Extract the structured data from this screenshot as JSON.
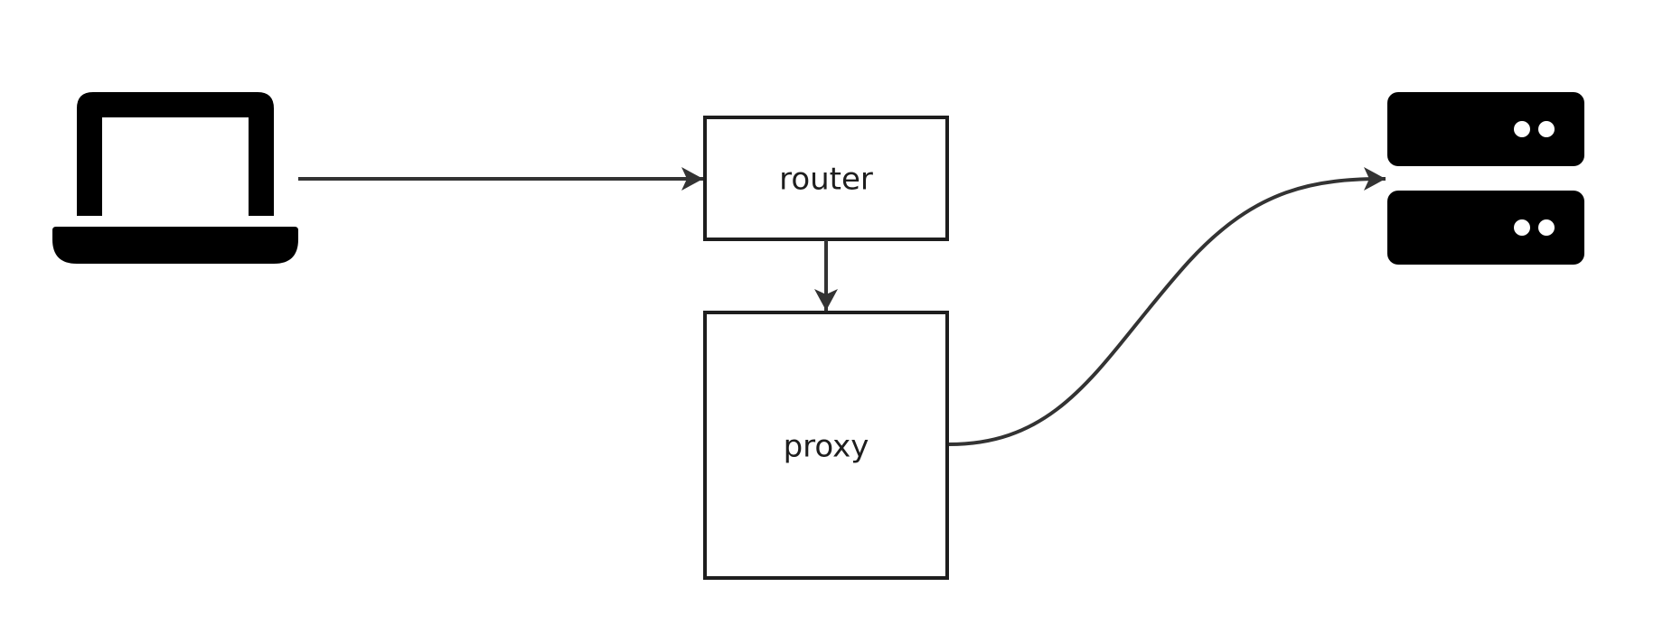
{
  "nodes": {
    "client": {
      "icon": "laptop-icon"
    },
    "router": {
      "label": "router"
    },
    "proxy": {
      "label": "proxy"
    },
    "backend": {
      "icon": "server-stack-icon"
    }
  },
  "edges": [
    {
      "from": "client",
      "to": "router",
      "style": "straight-arrow"
    },
    {
      "from": "router",
      "to": "proxy",
      "style": "straight-arrow"
    },
    {
      "from": "proxy",
      "to": "backend",
      "style": "curved-arrow"
    }
  ],
  "colors": {
    "background": "#ffffff",
    "icon": "#000000",
    "stroke": "#1e1e1e",
    "connector": "#333333",
    "server_led": "#ffffff"
  }
}
